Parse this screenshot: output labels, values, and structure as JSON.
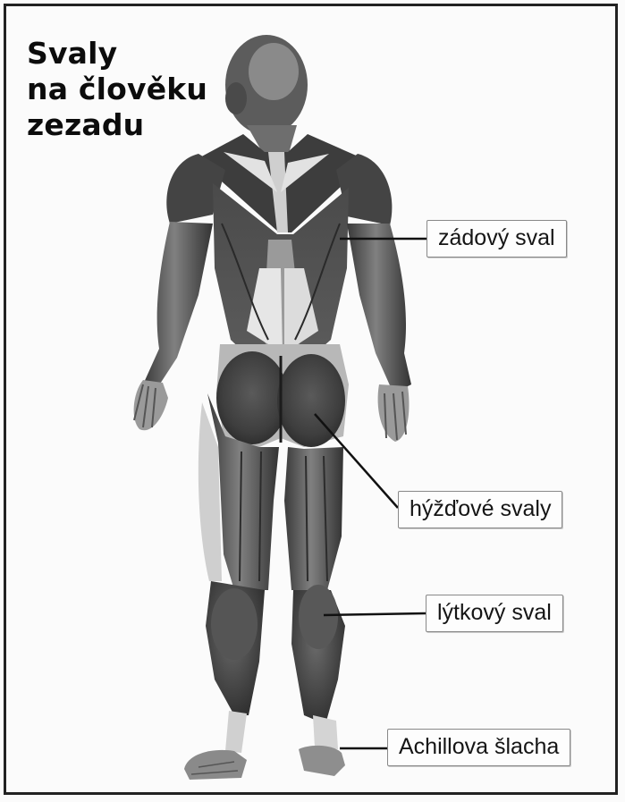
{
  "title": {
    "line1": "Svaly",
    "line2": "na člověku",
    "line3": "zezadu"
  },
  "labels": {
    "back_muscle": "zádový sval",
    "gluteal_muscles": "hýžďové svaly",
    "calf_muscle": "lýtkový sval",
    "achilles_tendon": "Achillova šlacha"
  },
  "colors": {
    "muscle_dark": "#3a3a3a",
    "muscle_mid": "#7a7a7a",
    "tendon_light": "#d8d8d8",
    "leader_line": "#111111"
  }
}
